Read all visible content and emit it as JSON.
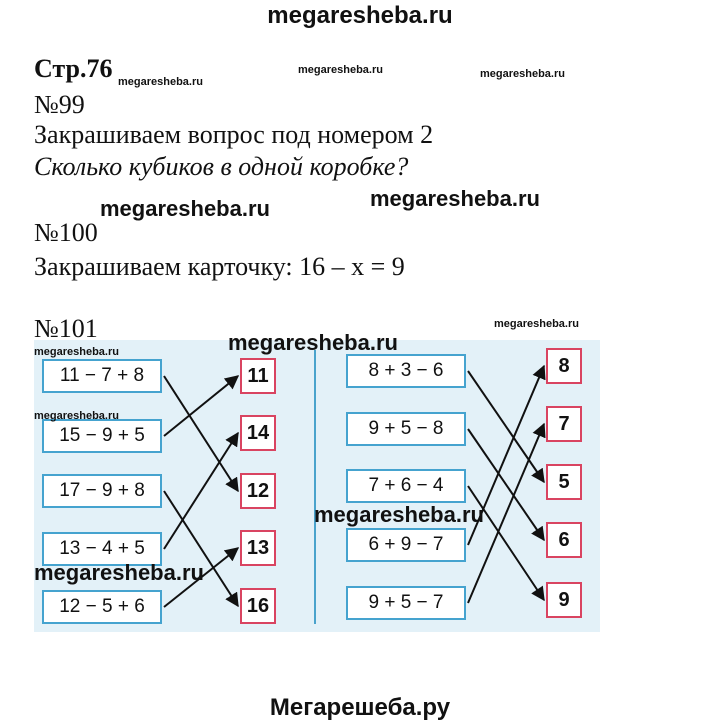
{
  "header": {
    "site": "megaresheba.ru"
  },
  "footer": {
    "site": "Мегарешеба.ру"
  },
  "watermark": "megaresheba.ru",
  "page_ref": "Стр.76",
  "task99": {
    "number": "№99",
    "line1": "Закрашиваем вопрос под номером 2",
    "line2": "Сколько кубиков в одной коробке?"
  },
  "task100": {
    "number": "№100",
    "line1": "Закрашиваем карточку: 16 – x = 9"
  },
  "task101": {
    "number": "№101",
    "left_expressions": [
      "11 − 7 + 8",
      "15 − 9 + 5",
      "17 − 9 + 8",
      "13 − 4 + 5",
      "12 − 5 + 6"
    ],
    "left_answers": [
      "11",
      "14",
      "12",
      "13",
      "16"
    ],
    "right_expressions": [
      "8 + 3 − 6",
      "9 + 5 − 8",
      "7 + 6 − 4",
      "6 + 9 − 7",
      "9 + 5 − 7"
    ],
    "right_answers": [
      "8",
      "7",
      "5",
      "6",
      "9"
    ],
    "left_links": [
      [
        0,
        2
      ],
      [
        1,
        0
      ],
      [
        2,
        4
      ],
      [
        3,
        1
      ],
      [
        4,
        3
      ]
    ],
    "right_links": [
      [
        0,
        2
      ],
      [
        1,
        3
      ],
      [
        2,
        4
      ],
      [
        3,
        0
      ],
      [
        4,
        1
      ]
    ]
  },
  "colors": {
    "panel": "#e3f1f8",
    "expr_border": "#45a3cf",
    "answer_border": "#d94461",
    "arrow": "#111111"
  }
}
